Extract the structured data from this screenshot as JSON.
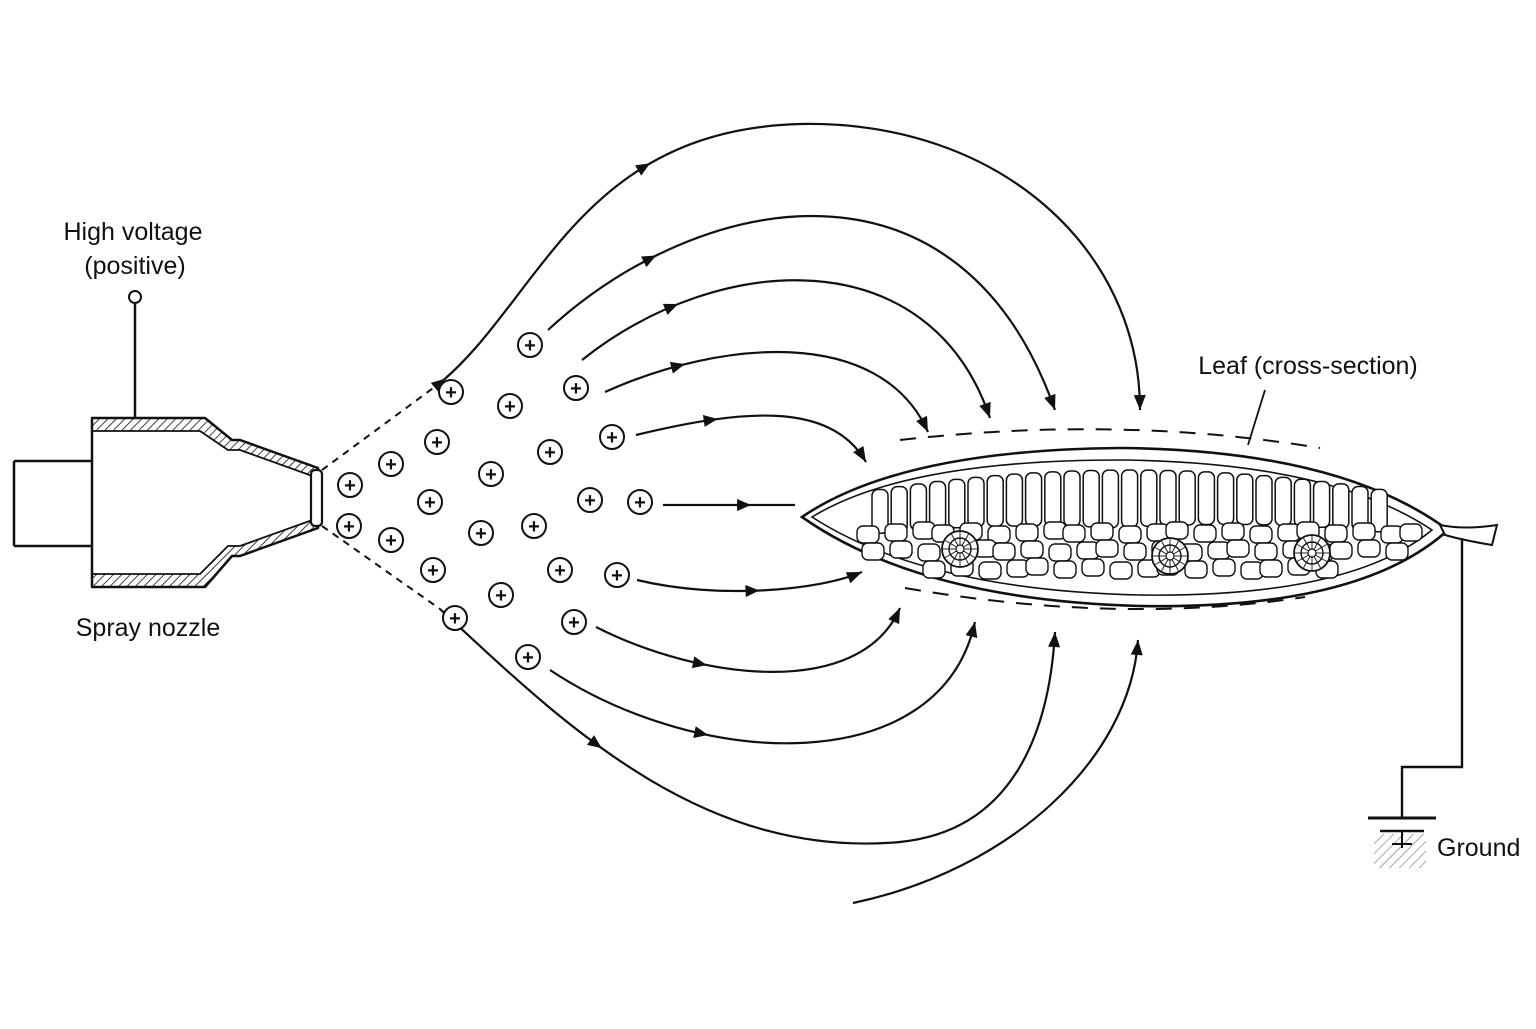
{
  "diagram": {
    "labels": {
      "high_voltage_line1": "High voltage",
      "high_voltage_line2": "(positive)",
      "spray_nozzle": "Spray nozzle",
      "leaf": "Leaf (cross-section)",
      "ground": "Ground"
    },
    "ion_symbol": "+",
    "colors": {
      "ink": "#111111",
      "background": "#ffffff"
    }
  }
}
